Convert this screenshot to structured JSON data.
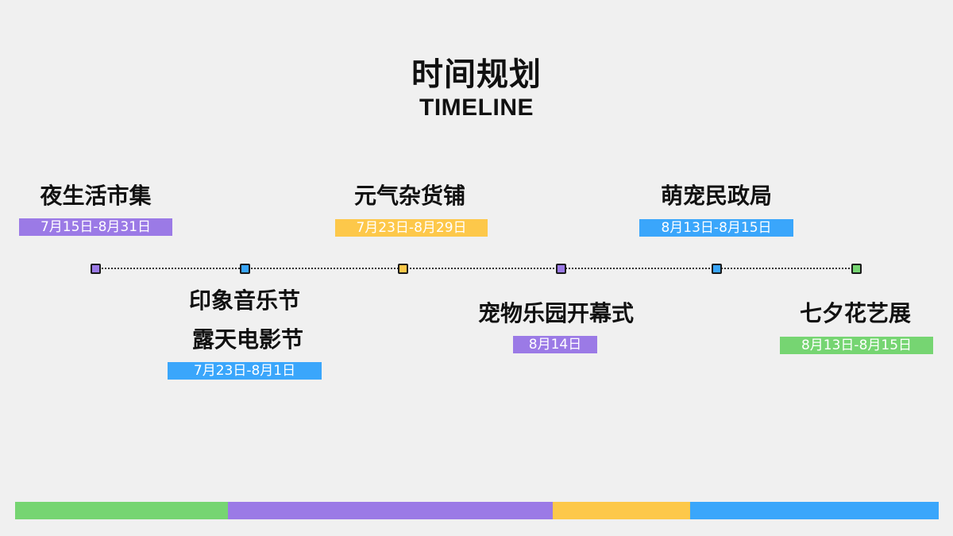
{
  "title": {
    "cn": "时间规划",
    "en": "TIMELINE"
  },
  "colors": {
    "purple": "#9b7ae6",
    "blue": "#3aa6fb",
    "yellow": "#fdc84a",
    "green": "#76d572",
    "background": "#f0f0f0"
  },
  "events": [
    {
      "name": "夜生活市集",
      "date": "7月15日-8月31日",
      "color": "#9b7ae6",
      "position": "above"
    },
    {
      "name": "印象音乐节",
      "name2": "露天电影节",
      "date": "7月23日-8月1日",
      "color": "#3aa6fb",
      "position": "below"
    },
    {
      "name": "元气杂货铺",
      "date": "7月23日-8月29日",
      "color": "#fdc84a",
      "position": "above"
    },
    {
      "name": "宠物乐园开幕式",
      "date": "8月14日",
      "color": "#9b7ae6",
      "position": "below"
    },
    {
      "name": "萌宠民政局",
      "date": "8月13日-8月15日",
      "color": "#3aa6fb",
      "position": "above"
    },
    {
      "name": "七夕花艺展",
      "date": "8月13日-8月15日",
      "color": "#76d572",
      "position": "below"
    }
  ],
  "bottom_bar": [
    {
      "color": "#76d572",
      "start": 19,
      "end": 287
    },
    {
      "color": "#9b7ae6",
      "start": 287,
      "end": 696
    },
    {
      "color": "#fdc84a",
      "start": 696,
      "end": 869
    },
    {
      "color": "#3aa6fb",
      "start": 869,
      "end": 1182
    }
  ]
}
